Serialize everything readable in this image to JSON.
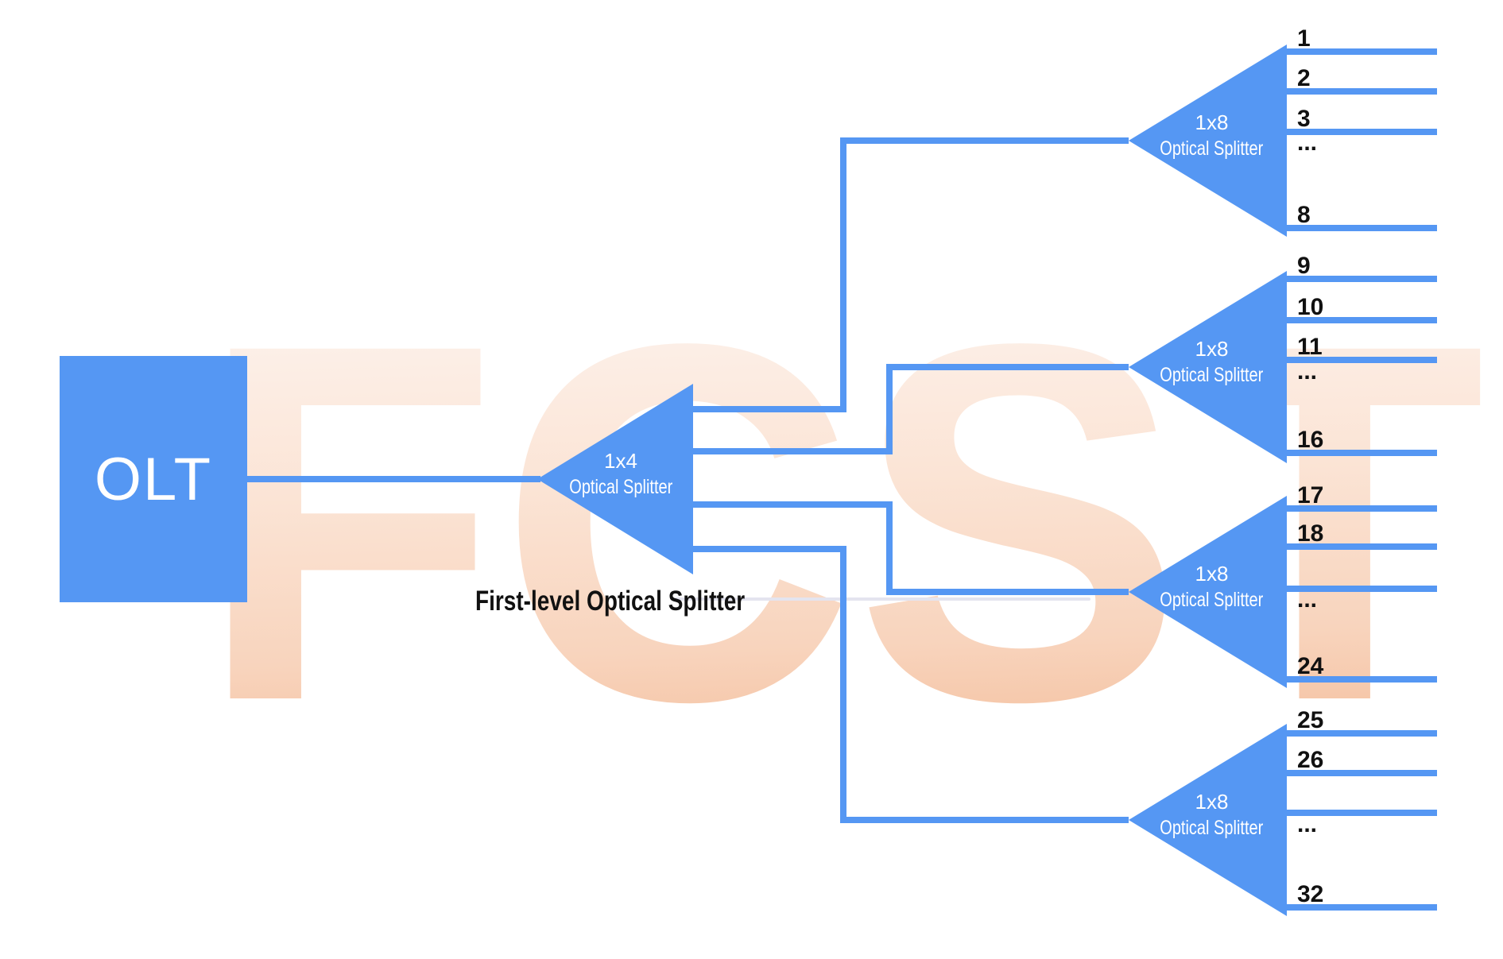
{
  "colors": {
    "blue": "#5597F3",
    "label_text": "#111111",
    "splitter_text": "#ffffff",
    "watermark_top": "#fdf2ec",
    "watermark_bottom": "#f3b994",
    "underline": "#e4e4ef"
  },
  "watermark": {
    "text": "FCST"
  },
  "olt": {
    "label": "OLT"
  },
  "first_level_splitter": {
    "type_label": "1x4",
    "name_label": "Optical Splitter",
    "caption": "First-level Optical Splitter"
  },
  "second_level_splitters": [
    {
      "type_label": "1x8",
      "name_label": "Optical Splitter",
      "port_labels": [
        "1",
        "2",
        "3",
        "...",
        "8"
      ]
    },
    {
      "type_label": "1x8",
      "name_label": "Optical Splitter",
      "port_labels": [
        "9",
        "10",
        "11",
        "...",
        "16"
      ]
    },
    {
      "type_label": "1x8",
      "name_label": "Optical Splitter",
      "port_labels": [
        "17",
        "18",
        "",
        "...",
        "24"
      ]
    },
    {
      "type_label": "1x8",
      "name_label": "Optical Splitter",
      "port_labels": [
        "25",
        "26",
        "",
        "...",
        "32"
      ]
    }
  ]
}
